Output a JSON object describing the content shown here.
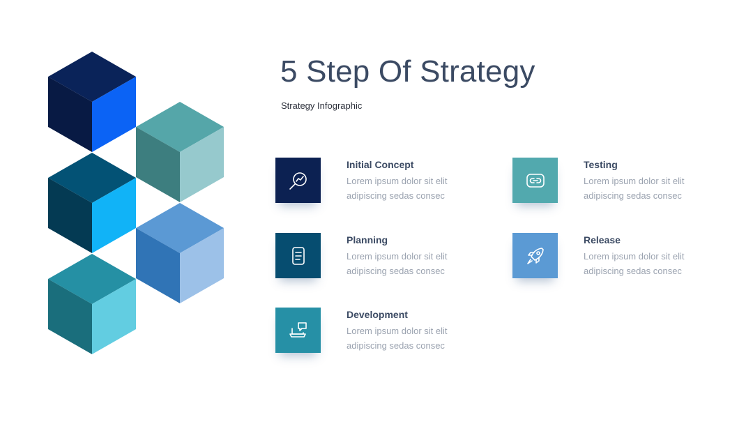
{
  "title": "5 Step Of Strategy",
  "subtitle": "Strategy Infographic",
  "colors": {
    "title": "#3b4a63",
    "desc": "#9ba3b0"
  },
  "steps": [
    {
      "heading": "Initial Concept",
      "line1": "Lorem ipsum dolor sit elit",
      "line2": "adipiscing sedas consec",
      "icon": "trend-magnifier-icon",
      "color": "#0c2152"
    },
    {
      "heading": "Planning",
      "line1": "Lorem ipsum dolor sit elit",
      "line2": "adipiscing sedas consec",
      "icon": "document-list-icon",
      "color": "#064d70"
    },
    {
      "heading": "Development",
      "line1": "Lorem ipsum dolor sit elit",
      "line2": "adipiscing sedas consec",
      "icon": "laptop-chat-icon",
      "color": "#2690a6"
    },
    {
      "heading": "Testing",
      "line1": "Lorem ipsum dolor sit elit",
      "line2": "adipiscing sedas consec",
      "icon": "link-icon",
      "color": "#52a9ae"
    },
    {
      "heading": "Release",
      "line1": "Lorem ipsum dolor sit elit",
      "line2": "adipiscing sedas consec",
      "icon": "rocket-icon",
      "color": "#5b9ad4"
    }
  ]
}
